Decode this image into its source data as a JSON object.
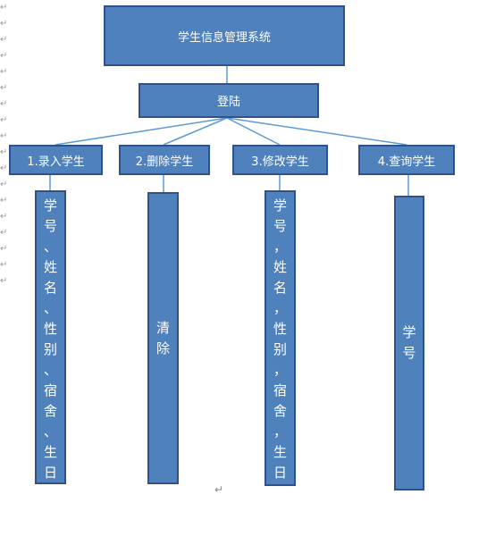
{
  "title": "学生信息管理系统",
  "login": "登陆",
  "modules": [
    {
      "label": "1.录入学生",
      "detail": "学号、姓名、性别、宿舍、生日、电话"
    },
    {
      "label": "2.删除学生",
      "detail": "清除"
    },
    {
      "label": "3.修改学生",
      "detail": "学号，姓名，性别，宿舍，生日，电话"
    },
    {
      "label": "4.查询学生",
      "detail": "学号"
    }
  ],
  "return_mark": "↵",
  "colors": {
    "box_fill": "#4f81bd",
    "box_border": "#2f528f",
    "connector": "#5b9bd5"
  }
}
